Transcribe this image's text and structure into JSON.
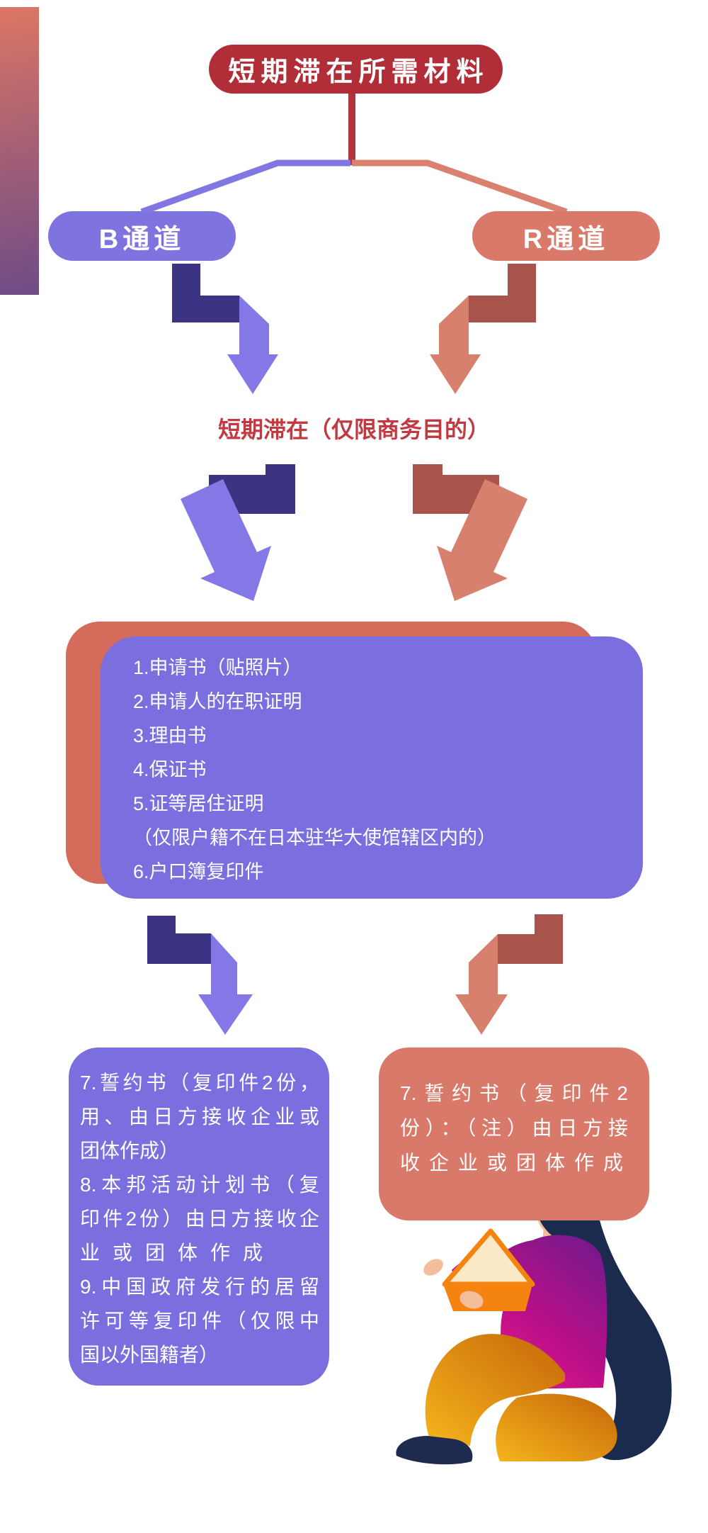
{
  "title": {
    "label": "短期滞在所需材料"
  },
  "channels": {
    "b_label": "B通道",
    "r_label": "R通道"
  },
  "mid_label": "短期滞在（仅限商务目的）",
  "materials_box": {
    "lines": [
      "1.申请书（贴照片）",
      "2.申请人的在职证明",
      "3.理由书",
      "4.保证书",
      "5.证等居住证明",
      "（仅限户籍不在日本驻华大使馆辖区内的）",
      "6.户口簿复印件"
    ]
  },
  "b_channel_box": {
    "lines": [
      "7.誓约书（复印件2份，",
      "用、由日方接收企业或",
      "团体作成）",
      "8.本邦活动计划书（复",
      "印件2份）由日方接收企",
      "业或团体作成",
      "9.中国政府发行的居留",
      "许可等复印件（仅限中",
      "国以外国籍者）"
    ]
  },
  "r_channel_box": {
    "lines": [
      "7.誓约书（复印件2",
      "份）：（注）由日方接",
      "收企业或团体作成"
    ]
  },
  "illustration": {
    "name": "woman-reading-book"
  },
  "colors": {
    "title_red": "#B12D37",
    "connector_red": "#B3343D",
    "channel_purple": "#7F73E0",
    "channel_salmon": "#D8796A",
    "connector_purple": "#8277E2",
    "connector_salmon": "#D9806F",
    "arrow_dark_indigo": "#3D3383",
    "arrow_light_purple": "#8478E6",
    "arrow_dark_maroon": "#A8544B",
    "arrow_light_salmon": "#D8806E",
    "box_purple": "#7B6EDF",
    "box_salmon_back": "#D56B5B",
    "mid_text_red": "#C23A41",
    "sidebar_top": "#DC7664",
    "sidebar_bottom": "#6F4C87"
  }
}
